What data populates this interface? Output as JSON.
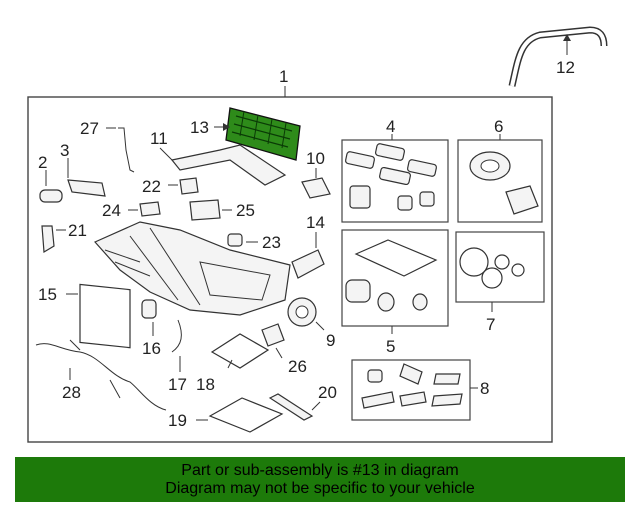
{
  "callouts": {
    "c1": "1",
    "c2": "2",
    "c3": "3",
    "c4": "4",
    "c5": "5",
    "c6": "6",
    "c7": "7",
    "c8": "8",
    "c9": "9",
    "c10": "10",
    "c11": "11",
    "c12": "12",
    "c13": "13",
    "c14": "14",
    "c15": "15",
    "c16": "16",
    "c17": "17",
    "c18": "18",
    "c19": "19",
    "c20": "20",
    "c21": "21",
    "c22": "22",
    "c23": "23",
    "c24": "24",
    "c25": "25",
    "c26": "26",
    "c27": "27",
    "c28": "28"
  },
  "highlight_color": "#2e8b1a",
  "banner": {
    "line1": "Part or sub-assembly is #13 in diagram",
    "line2": "Diagram may not be specific to your vehicle",
    "background": "#1d7a0a"
  }
}
